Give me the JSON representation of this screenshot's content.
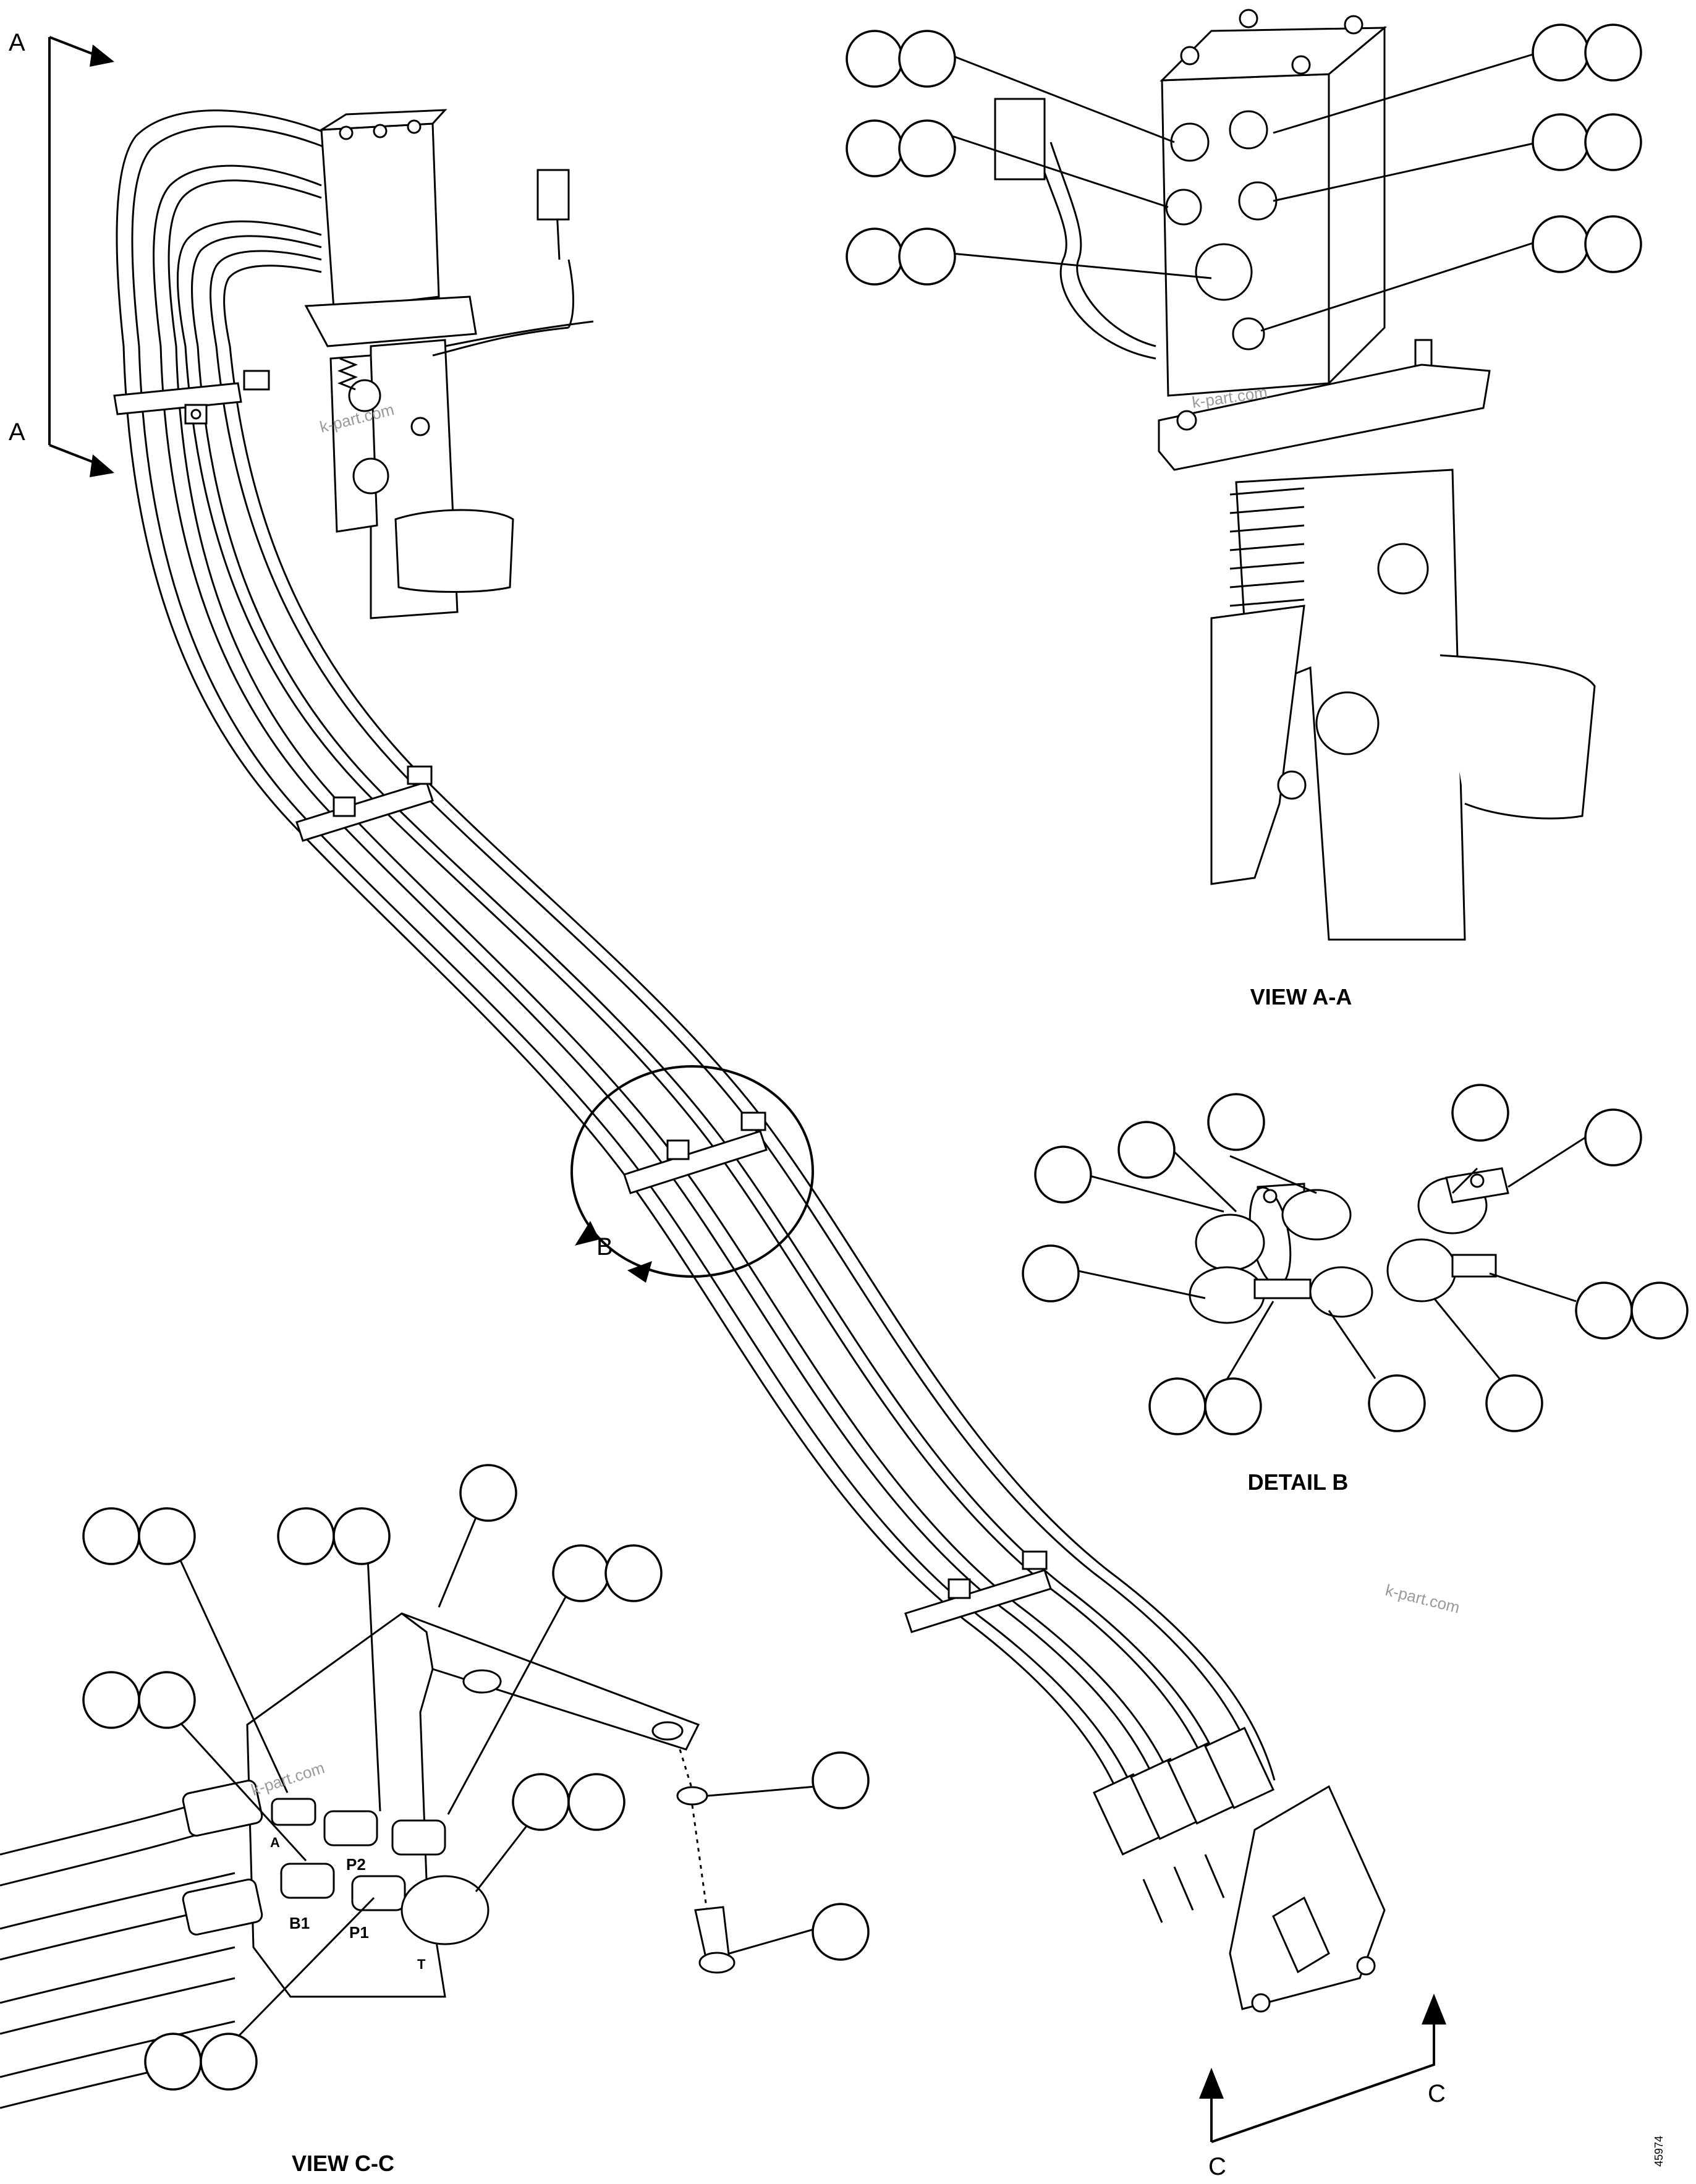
{
  "views": {
    "view_aa": {
      "caption": "VIEW A-A"
    },
    "detail_b": {
      "caption": "DETAIL B"
    },
    "view_cc": {
      "caption": "VIEW C-C"
    }
  },
  "section_marks": {
    "a_top": "A",
    "a_bottom": "A",
    "b": "B",
    "c_right": "C",
    "c_bottom": "C"
  },
  "port_labels": {
    "p2": "P2",
    "b1": "B1",
    "p1": "P1",
    "t": "T",
    "a": "A"
  },
  "watermarks": [
    "k-part.com",
    "k-part.com",
    "k-part.com",
    "k-part.com"
  ],
  "figure_number": "45974"
}
